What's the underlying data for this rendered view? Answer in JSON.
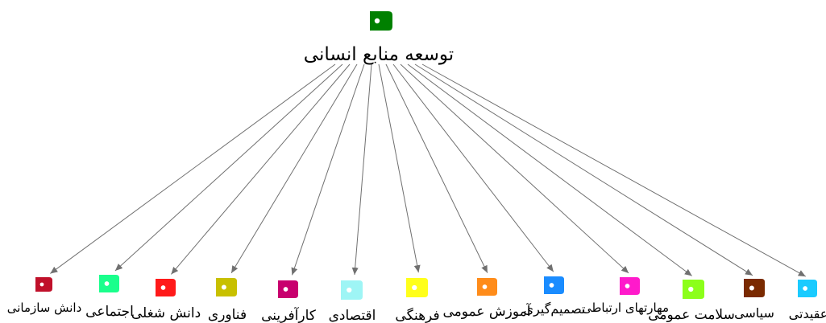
{
  "root": {
    "label": "توسعه منابع انسانی",
    "tag_color": "#008000"
  },
  "children": [
    {
      "label": "دانش سازمانی",
      "tag_color": "#c0102a"
    },
    {
      "label": "اجتماعی",
      "tag_color": "#1aff8c"
    },
    {
      "label": "دانش شغلی",
      "tag_color": "#ff1a1a"
    },
    {
      "label": "فناوری",
      "tag_color": "#c8c000"
    },
    {
      "label": "کارآفرینی",
      "tag_color": "#c8006e"
    },
    {
      "label": "اقتصادی",
      "tag_color": "#9ef5f5"
    },
    {
      "label": "فرهنگی",
      "tag_color": "#ffff1a"
    },
    {
      "label": "آموزش عمومی",
      "tag_color": "#ff8c1a"
    },
    {
      "label": "تصمیم‌گیری",
      "tag_color": "#1a8cff"
    },
    {
      "label": "مهارتهای ارتباطی",
      "tag_color": "#ff1acb"
    },
    {
      "label": "سلامت عمومی",
      "tag_color": "#8cff1a"
    },
    {
      "label": "سیاسی",
      "tag_color": "#7a2a00"
    },
    {
      "label": "عقیدتی",
      "tag_color": "#1acbff"
    }
  ]
}
